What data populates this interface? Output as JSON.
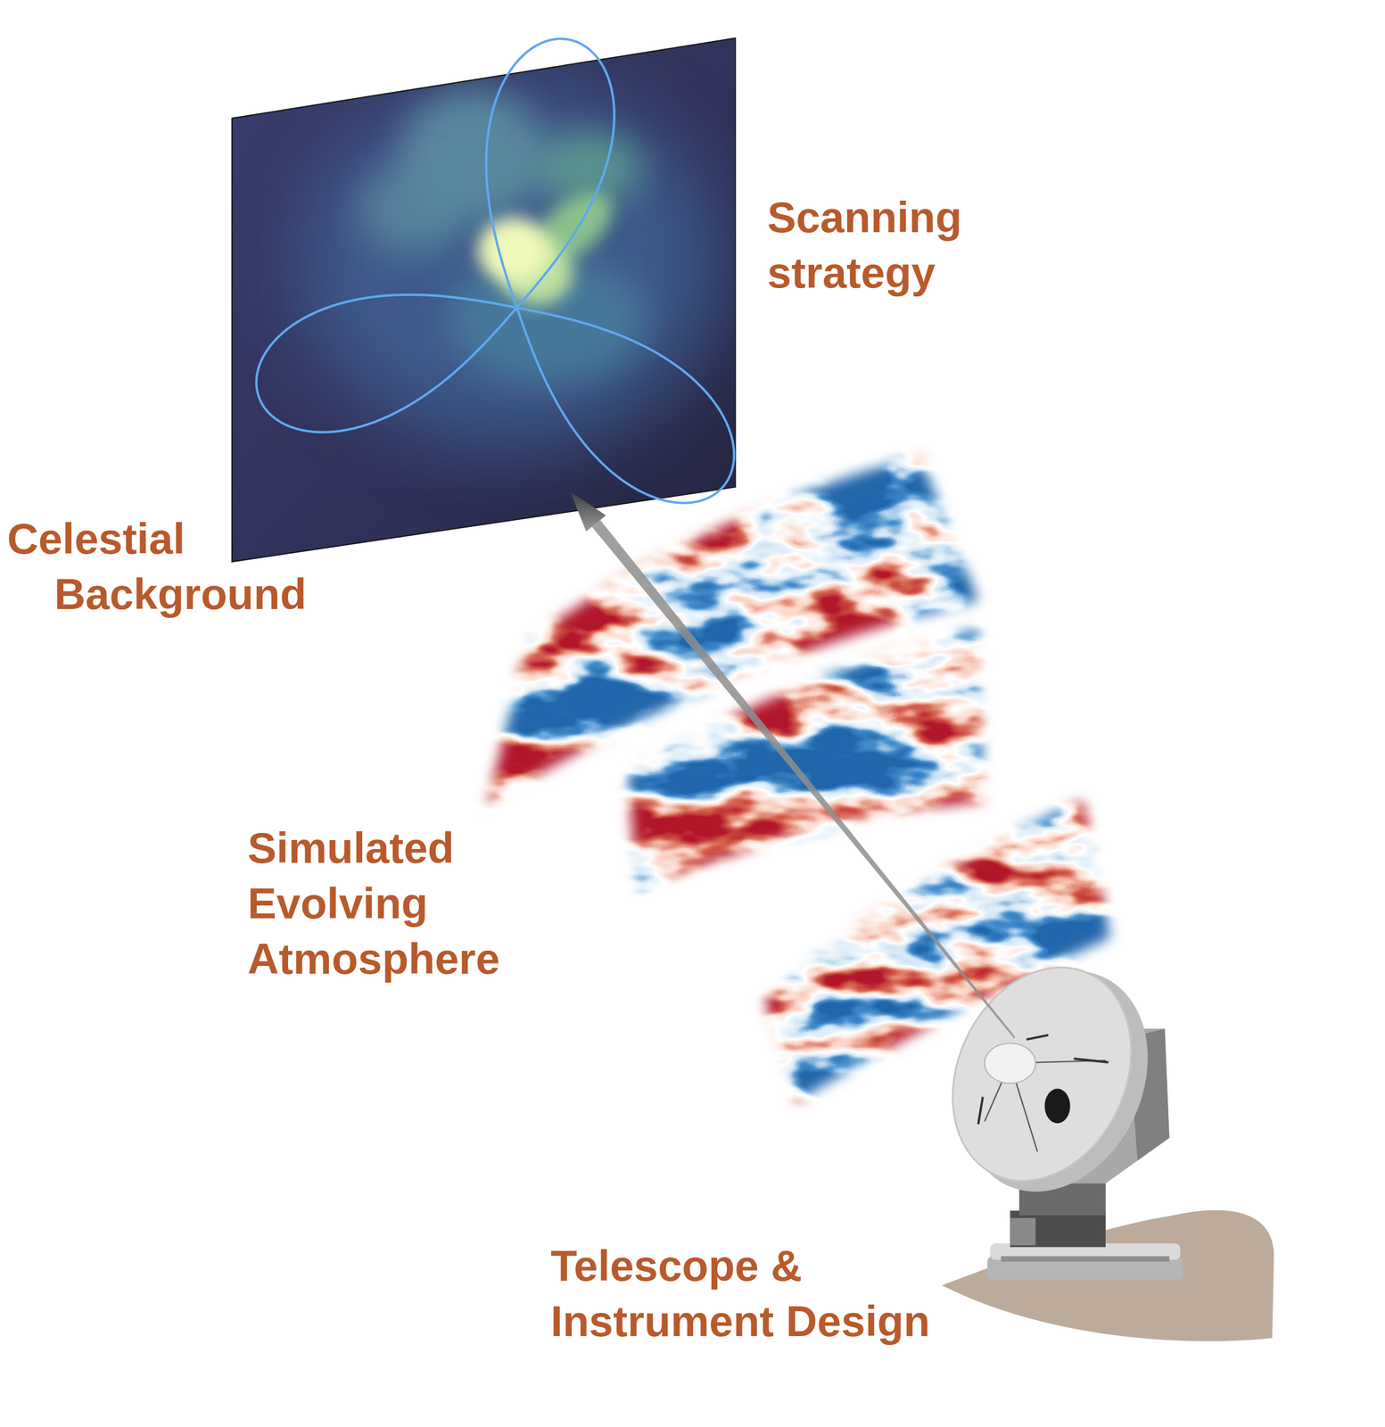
{
  "diagram": {
    "labels": [
      "Scanning strategy",
      "Celestial Background",
      "Simulated Evolving Atmosphere",
      "Telescope & Instrument Design"
    ]
  }
}
